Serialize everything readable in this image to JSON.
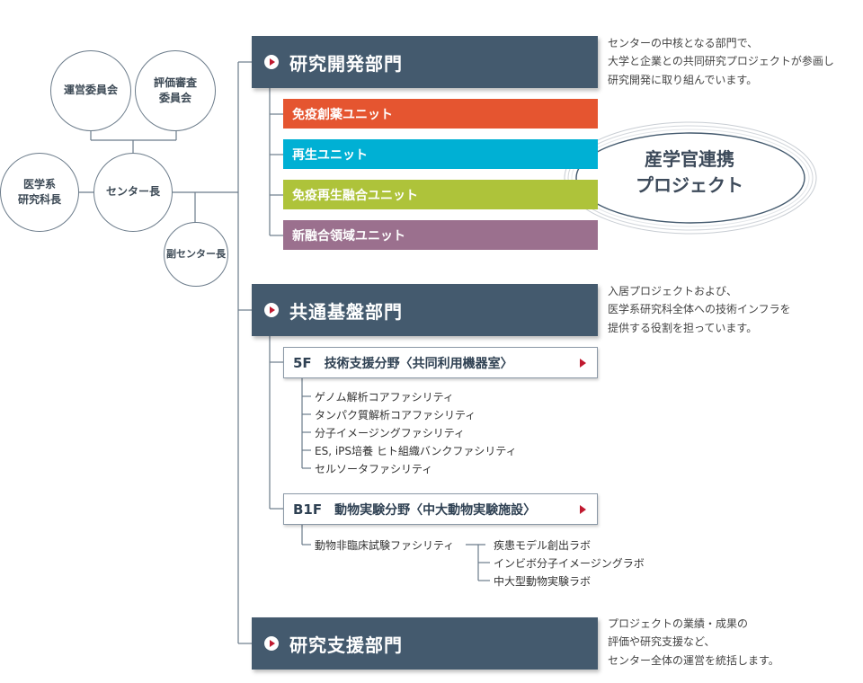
{
  "committees": {
    "operating": "運営委員会",
    "evaluation": "評価審査\n委員会",
    "medical_dean": "医学系\n研究科長",
    "director": "センター長",
    "vice_director": "副センター長"
  },
  "departments": {
    "rd": {
      "title": "研究開発部門",
      "description": "センターの中核となる部門で、\n大学と企業との共同研究プロジェクトが参画し\n研究開発に取り組んでいます。",
      "units": [
        {
          "label": "免疫創薬ユニット",
          "color": "#e55530"
        },
        {
          "label": "再生ユニット",
          "color": "#00b0d4"
        },
        {
          "label": "免疫再生融合ユニット",
          "color": "#aec33a"
        },
        {
          "label": "新融合領域ユニット",
          "color": "#9b708e"
        }
      ],
      "collaboration": "産学官連携\nプロジェクト"
    },
    "infra": {
      "title": "共通基盤部門",
      "description": "入居プロジェクトおよび、\n医学系研究科全体への技術インフラを\n提供する役割を担っています。",
      "fields": [
        {
          "code": "5F",
          "name": "技術支援分野〈共同利用機器室〉",
          "facilities": [
            "ゲノム解析コアファシリティ",
            "タンパク質解析コアファシリティ",
            "分子イメージングファシリティ",
            "ES, iPS培養 ヒト組織バンクファシリティ",
            "セルソータファシリティ"
          ]
        },
        {
          "code": "B1F",
          "name": "動物実験分野〈中大動物実験施設〉",
          "facility": "動物非臨床試験ファシリティ",
          "labs": [
            "疾患モデル創出ラボ",
            "インビボ分子イメージングラボ",
            "中大型動物実験ラボ"
          ]
        }
      ]
    },
    "support": {
      "title": "研究支援部門",
      "description": "プロジェクトの業績・成果の\n評価や研究支援など、\nセンター全体の運営を統括します。"
    }
  },
  "colors": {
    "dept_bg": "#445a6e",
    "line": "#6b7b8a",
    "accent_red": "#c0192f"
  }
}
